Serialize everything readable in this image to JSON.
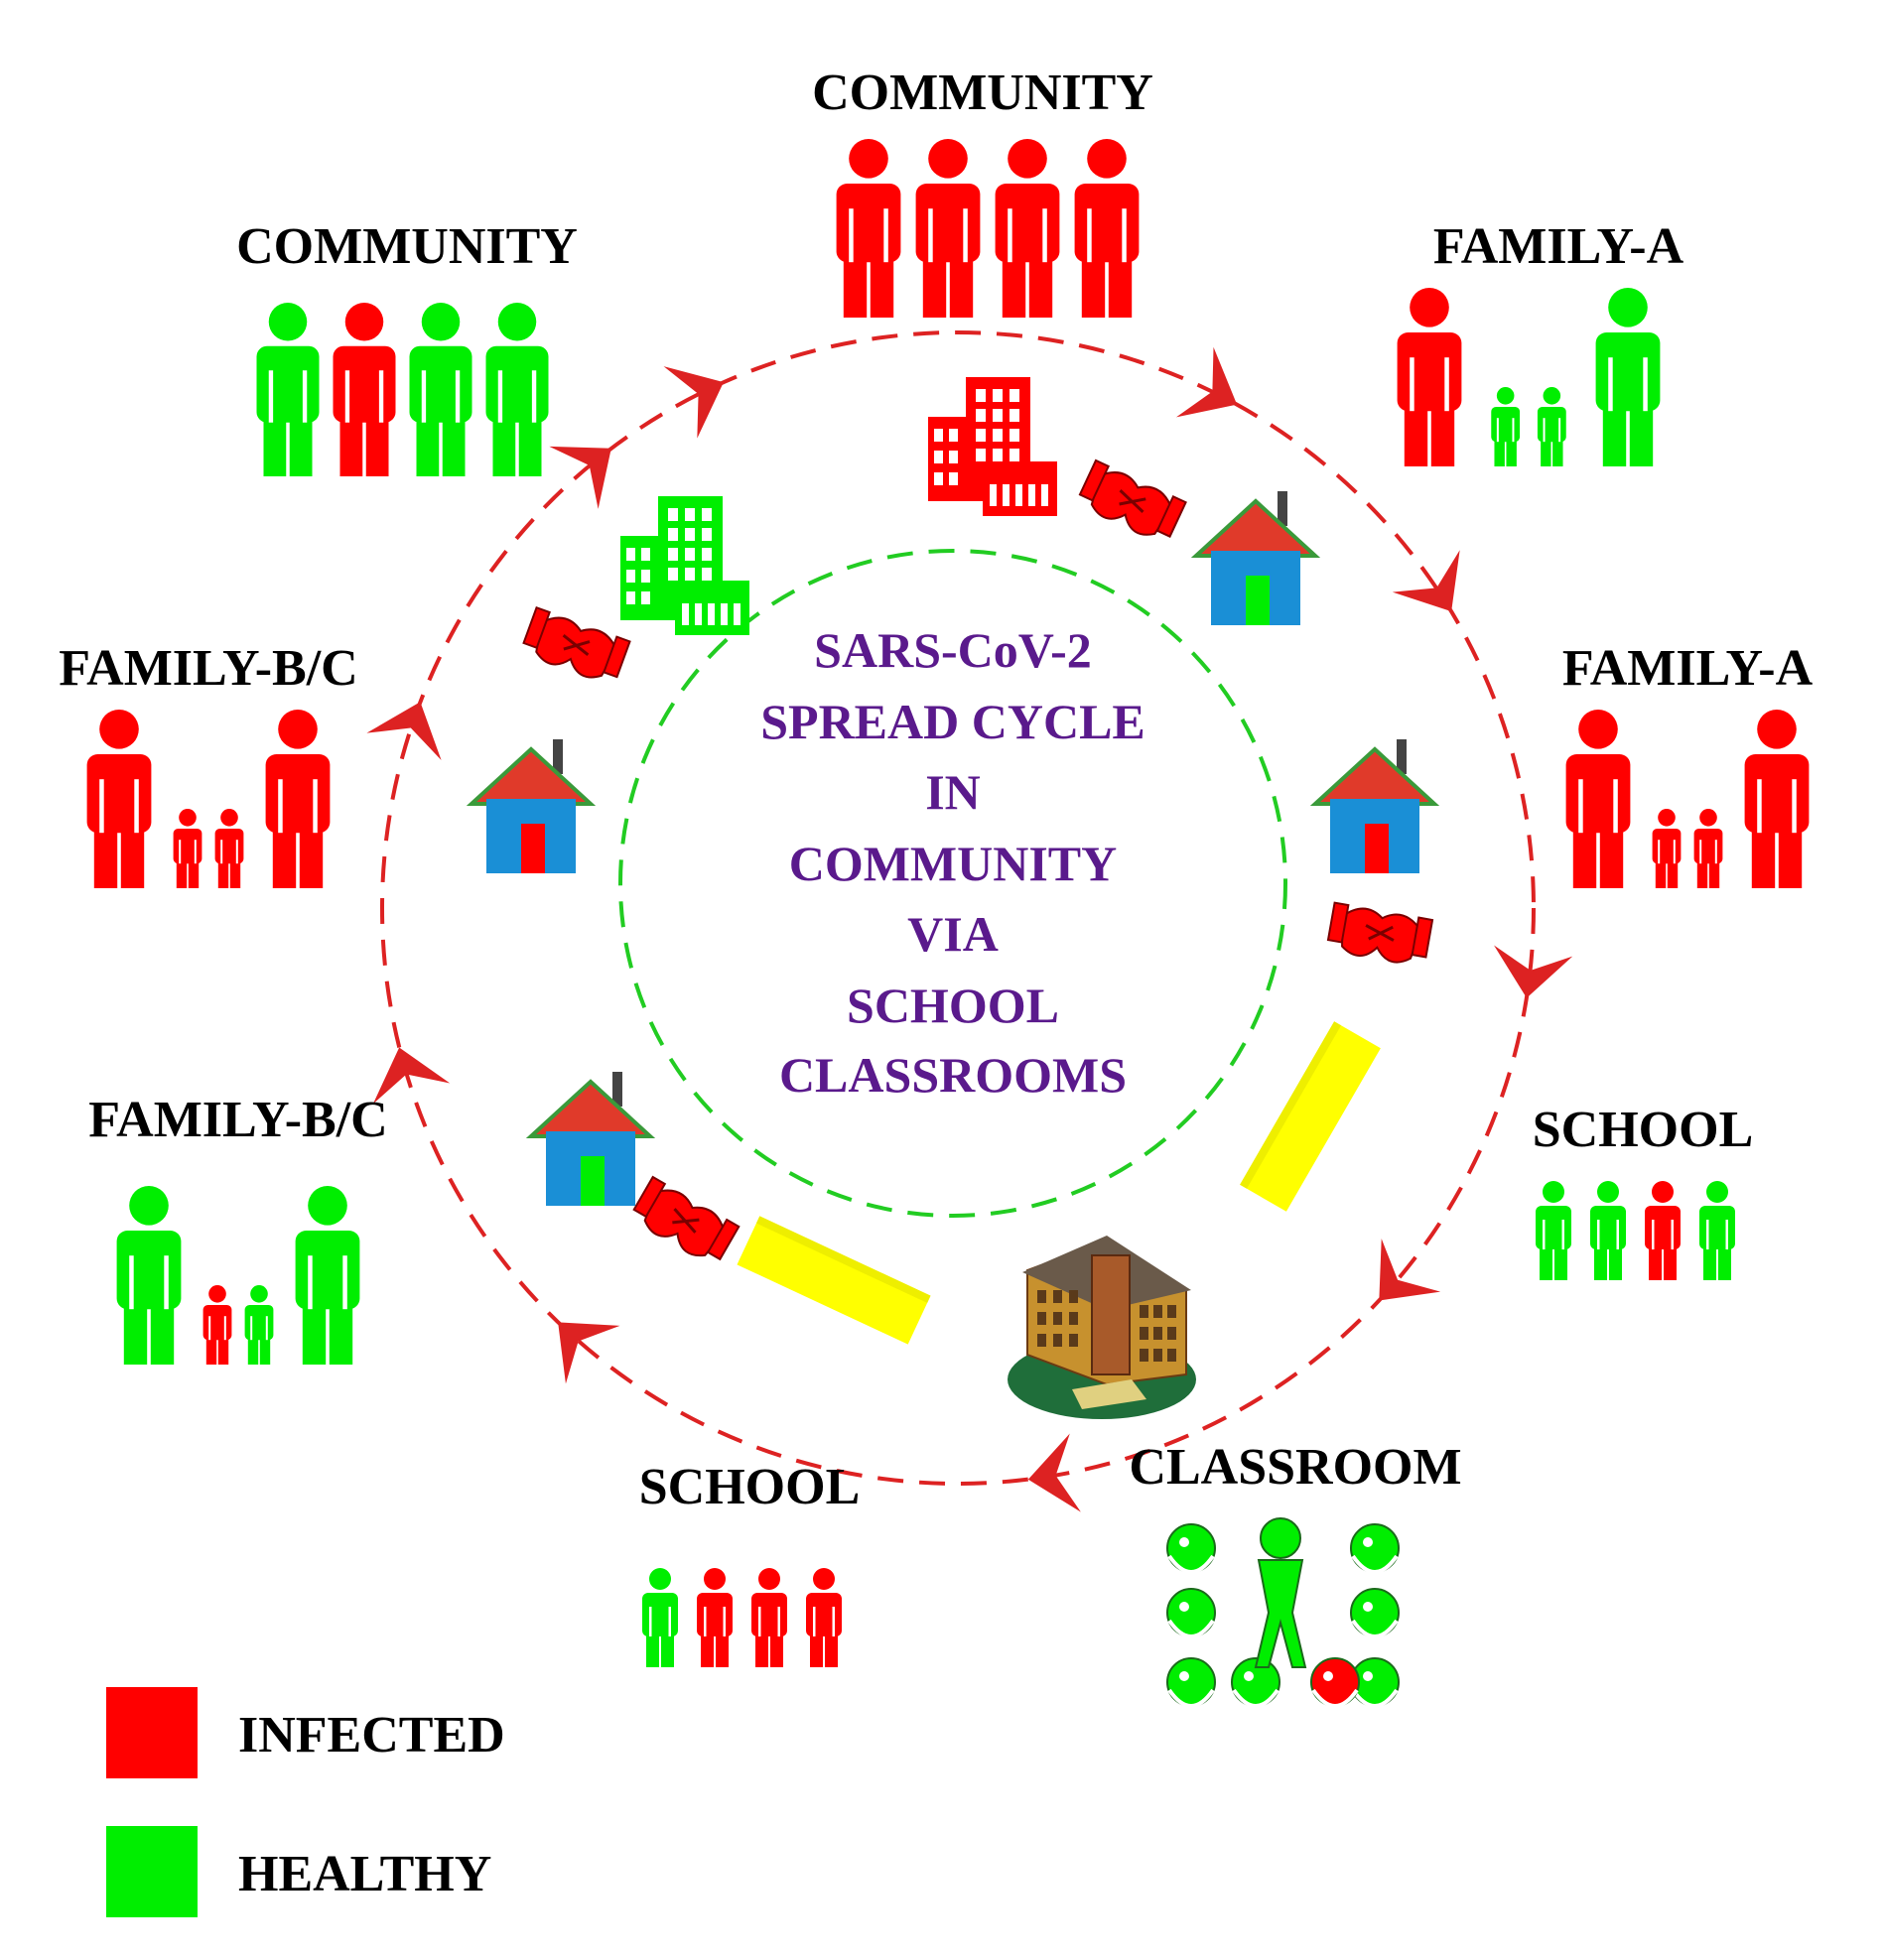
{
  "diagram": {
    "center_lines": [
      "SARS-CoV-2",
      "SPREAD CYCLE",
      "IN",
      "COMMUNITY",
      "VIA",
      "SCHOOL",
      "CLASSROOMS"
    ],
    "colors": {
      "infected": "#ff0000",
      "healthy": "#00ee00",
      "title": "#5a1a8c",
      "outer_ring": "#dd2222",
      "inner_ring": "#22cc22",
      "bus": "#ffff00",
      "house_wall": "#1a8fd6",
      "house_roof": "#e03a2a"
    },
    "nodes": [
      {
        "label": "COMMUNITY",
        "group": "community",
        "members": [
          "infected",
          "infected",
          "infected",
          "infected"
        ]
      },
      {
        "label": "FAMILY-A",
        "group": "family",
        "members": [
          "infected",
          "healthy",
          "healthy",
          "healthy"
        ]
      },
      {
        "label": "FAMILY-A",
        "group": "family",
        "members": [
          "infected",
          "infected",
          "infected",
          "infected"
        ]
      },
      {
        "label": "SCHOOL",
        "group": "school",
        "members": [
          "healthy",
          "healthy",
          "infected",
          "healthy"
        ]
      },
      {
        "label": "CLASSROOM",
        "group": "classroom",
        "members": [
          "healthy",
          "healthy",
          "healthy",
          "healthy",
          "healthy",
          "healthy",
          "healthy",
          "infected",
          "healthy"
        ]
      },
      {
        "label": "SCHOOL",
        "group": "school",
        "members": [
          "healthy",
          "infected",
          "infected",
          "infected"
        ]
      },
      {
        "label": "FAMILY-B/C",
        "group": "family",
        "members": [
          "healthy",
          "infected",
          "healthy",
          "healthy"
        ]
      },
      {
        "label": "FAMILY-B/C",
        "group": "family",
        "members": [
          "infected",
          "infected",
          "infected",
          "infected"
        ]
      },
      {
        "label": "COMMUNITY",
        "group": "community",
        "members": [
          "healthy",
          "infected",
          "healthy",
          "healthy"
        ]
      }
    ],
    "ring_icons": [
      {
        "type": "building-icon",
        "status": "infected"
      },
      {
        "type": "handshake-icon",
        "status": "infected"
      },
      {
        "type": "house-icon",
        "door": "healthy"
      },
      {
        "type": "house-icon",
        "door": "infected"
      },
      {
        "type": "handshake-icon",
        "status": "infected"
      },
      {
        "type": "bus-icon"
      },
      {
        "type": "school-building-icon"
      },
      {
        "type": "bus-icon"
      },
      {
        "type": "handshake-icon",
        "status": "infected"
      },
      {
        "type": "house-icon",
        "door": "healthy"
      },
      {
        "type": "house-icon",
        "door": "infected"
      },
      {
        "type": "handshake-icon",
        "status": "infected"
      },
      {
        "type": "building-icon",
        "status": "healthy"
      }
    ],
    "legend": [
      {
        "label": "INFECTED",
        "color": "#ff0000"
      },
      {
        "label": "HEALTHY",
        "color": "#00ee00"
      }
    ]
  }
}
